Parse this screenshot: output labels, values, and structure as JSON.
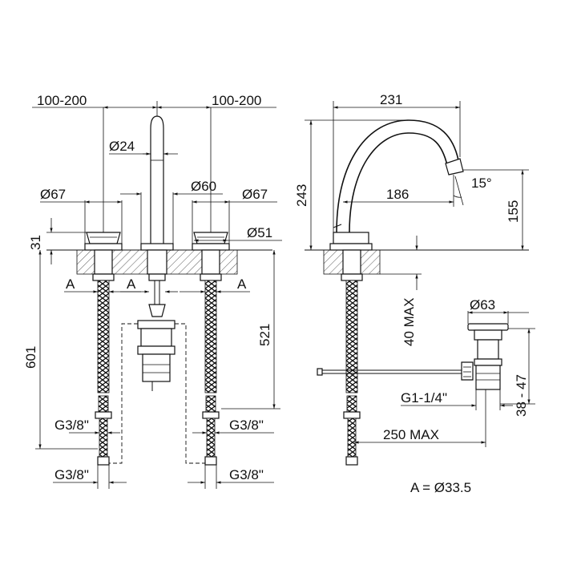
{
  "dims": {
    "left_span": "100-200",
    "right_span": "100-200",
    "spout_width": "231",
    "d24": "Ø24",
    "d60": "Ø60",
    "d67_left": "Ø67",
    "d67_right": "Ø67",
    "d51": "Ø51",
    "h31": "31",
    "h601": "601",
    "h521": "521",
    "h243": "243",
    "h155": "155",
    "reach186": "186",
    "angle15": "15°",
    "max40": "40 MAX",
    "d63": "Ø63",
    "h38_47": "38 - 47",
    "g114": "G1-1/4\"",
    "max250": "250 MAX",
    "a_left1": "A",
    "a_left2": "A",
    "a_right1": "A",
    "g38_left_upper": "G3/8\"",
    "g38_right_upper": "G3/8\"",
    "g38_left_lower": "G3/8\"",
    "g38_right_lower": "G3/8\""
  },
  "note": "A = Ø33.5"
}
